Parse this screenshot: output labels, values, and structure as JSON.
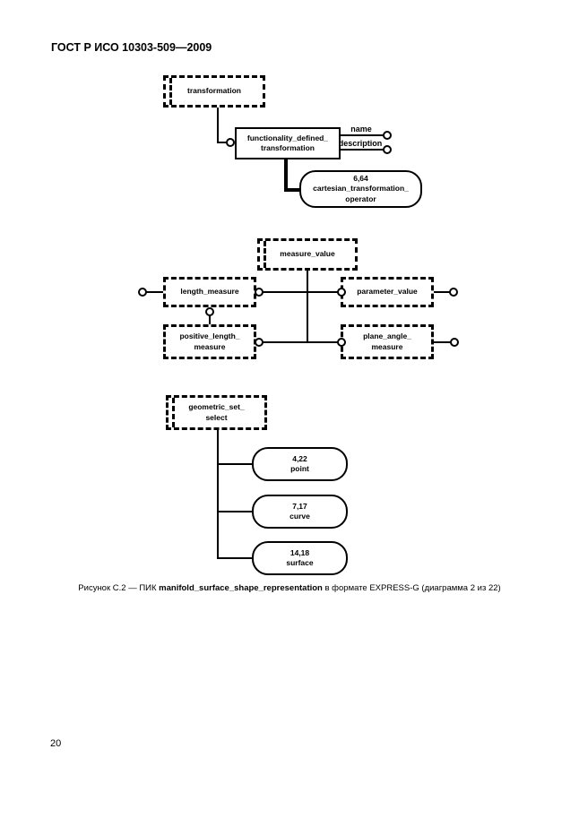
{
  "header": {
    "title": "ГОСТ Р ИСО 10303-509—2009"
  },
  "footer": {
    "page_number": "20"
  },
  "caption": {
    "prefix": "Рисунок С.2 — ПИК ",
    "schema_name": "manifold_surface_shape_representation",
    "suffix": " в формате EXPRESS-G (диаграмма 2 из 22)"
  },
  "diagram_transformation": {
    "transformation": "transformation",
    "fdt_line1": "functionality_defined_",
    "fdt_line2": "transformation",
    "attr_name": "name",
    "attr_description": "description",
    "cto_ref": "6,64",
    "cto_line1": "cartesian_transformation_",
    "cto_line2": "operator"
  },
  "diagram_measures": {
    "measure_value": "measure_value",
    "length_measure": "length_measure",
    "parameter_value": "parameter_value",
    "plm_line1": "positive_length_",
    "plm_line2": "measure",
    "pam_line1": "plane_angle_",
    "pam_line2": "measure"
  },
  "diagram_geometric_set": {
    "gss_line1": "geometric_set_",
    "gss_line2": "select",
    "point_ref": "4,22",
    "point_label": "point",
    "curve_ref": "7,17",
    "curve_label": "curve",
    "surface_ref": "14,18",
    "surface_label": "surface"
  }
}
